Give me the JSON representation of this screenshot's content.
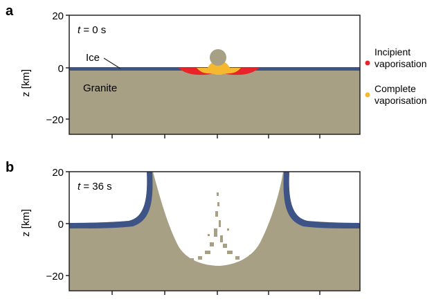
{
  "panels": [
    {
      "letter": "a",
      "time_label": "t = 0 s",
      "time_var": "t",
      "time_rest": " = 0 s",
      "ylabel": "z [km]",
      "yticks": [
        "20",
        "0",
        "−20"
      ],
      "region_labels": {
        "ice": "Ice",
        "granite": "Granite"
      }
    },
    {
      "letter": "b",
      "time_label": "t = 36 s",
      "time_var": "t",
      "time_rest": " = 36 s",
      "ylabel": "z [km]",
      "yticks": [
        "20",
        "0",
        "−20"
      ]
    }
  ],
  "legend": [
    {
      "label_line1": "Incipient",
      "label_line2": "vaporisation",
      "color": "#e8232a"
    },
    {
      "label_line1": "Complete",
      "label_line2": "vaporisation",
      "color": "#f5b82e"
    }
  ],
  "colors": {
    "granite": "#a8a085",
    "ice": "#3e5486",
    "sky": "#ffffff",
    "incipient": "#e8232a",
    "complete": "#f5b82e",
    "frame": "#222222"
  }
}
